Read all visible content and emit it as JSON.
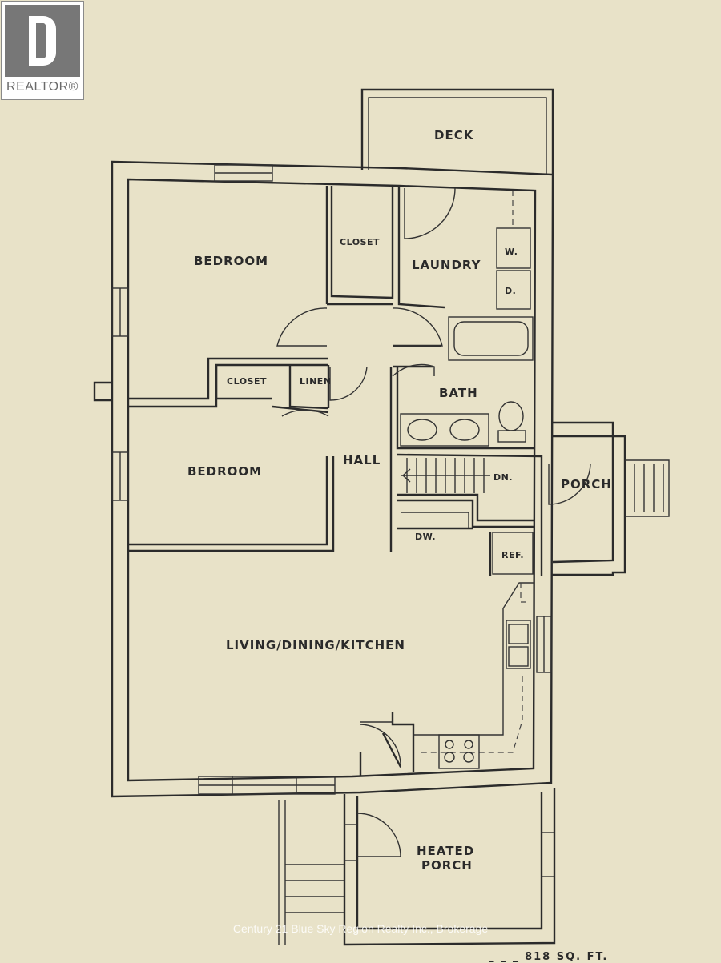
{
  "logo": {
    "text": "REALTOR®"
  },
  "rooms": {
    "deck": "DECK",
    "bedroom1": "BEDROOM",
    "closet1": "CLOSET",
    "laundry": "LAUNDRY",
    "washer": "W.",
    "dryer": "D.",
    "closet2": "CLOSET",
    "linen": "LINEN",
    "bath": "BATH",
    "bedroom2": "BEDROOM",
    "hall": "HALL",
    "stairs_down": "DN.",
    "porch": "PORCH",
    "dishwasher": "DW.",
    "fridge": "REF.",
    "living": "LIVING/DINING/KITCHEN",
    "heated_porch_line1": "HEATED",
    "heated_porch_line2": "PORCH"
  },
  "watermark": "Century 21 Blue Sky Region Realty Inc., Brokerage",
  "area_text_partial": "_ _  _ 818 SQ. FT."
}
